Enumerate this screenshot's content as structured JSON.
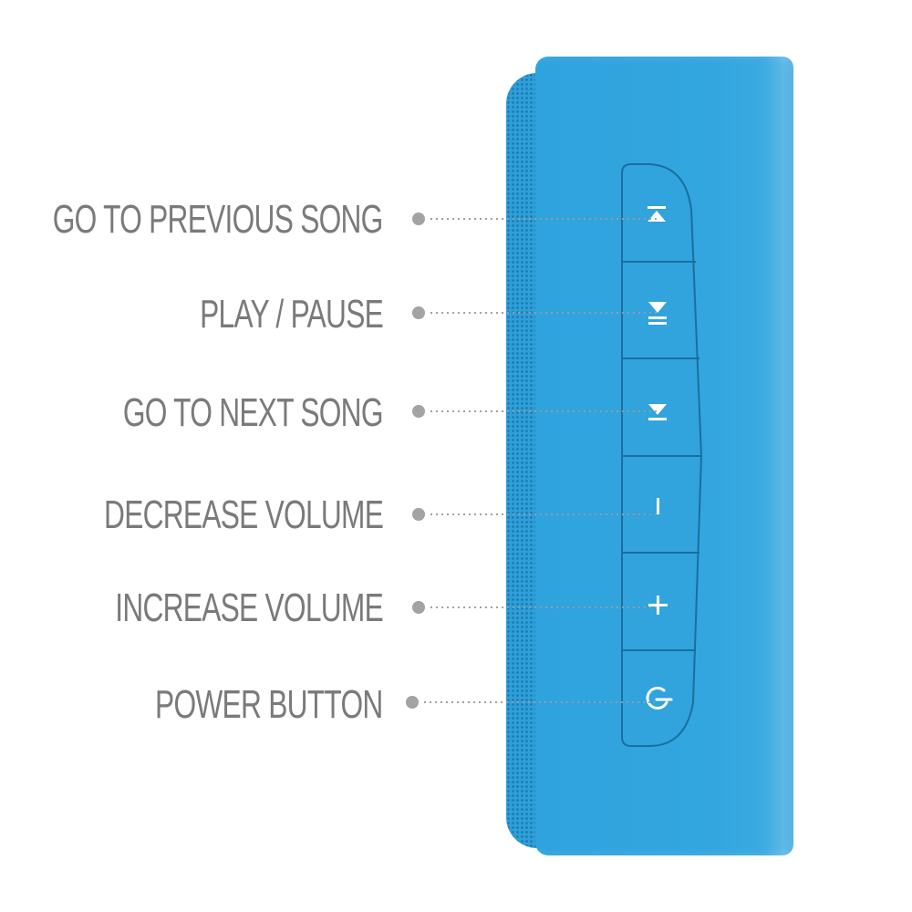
{
  "colors": {
    "body": "#33a6df",
    "label_text": "#7a7a7a",
    "leader_dot": "#a3a3a3",
    "icon": "#ffffff",
    "button_outline": "#1c6e9e"
  },
  "callouts": [
    {
      "label": "GO TO PREVIOUS SONG",
      "icon": "previous-track-icon"
    },
    {
      "label": "PLAY / PAUSE",
      "icon": "play-pause-icon"
    },
    {
      "label": "GO TO NEXT SONG",
      "icon": "next-track-icon"
    },
    {
      "label": "DECREASE VOLUME",
      "icon": "minus-icon"
    },
    {
      "label": "INCREASE VOLUME",
      "icon": "plus-icon"
    },
    {
      "label": "POWER BUTTON",
      "icon": "power-icon"
    }
  ]
}
